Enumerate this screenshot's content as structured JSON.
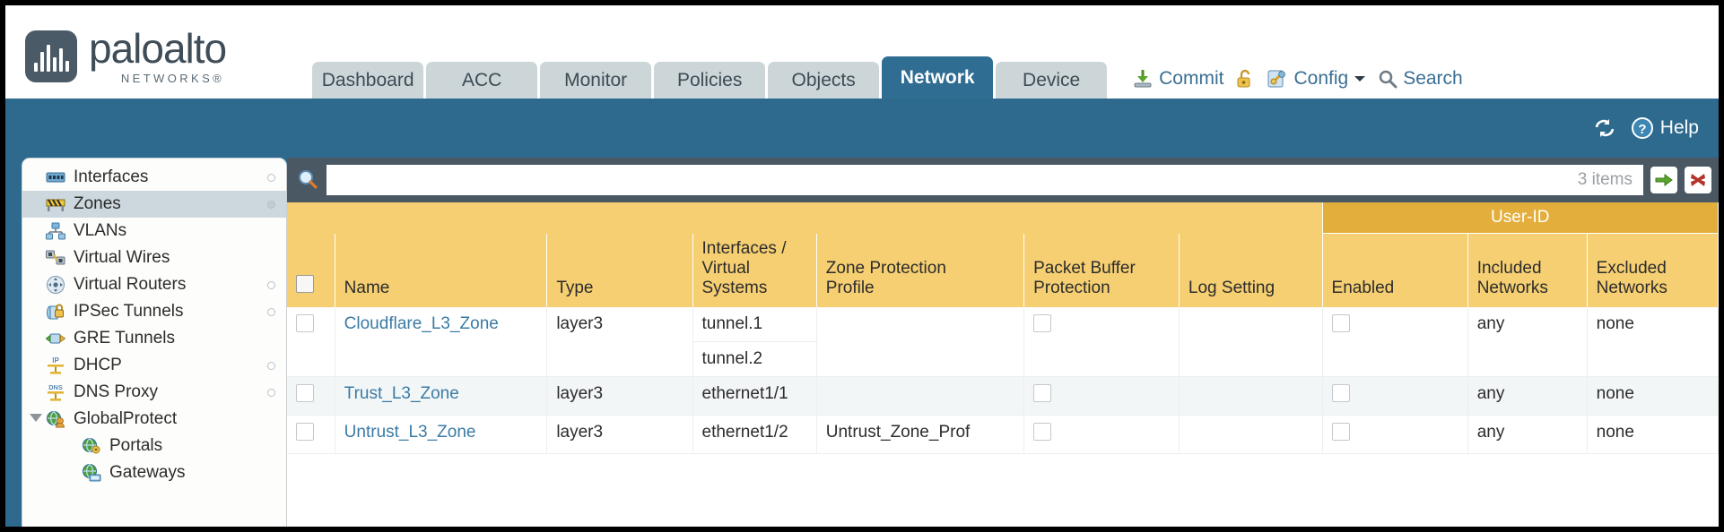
{
  "brand": {
    "name": "paloalto",
    "sub": "NETWORKS®"
  },
  "tabs": [
    {
      "label": "Dashboard",
      "active": false
    },
    {
      "label": "ACC",
      "active": false
    },
    {
      "label": "Monitor",
      "active": false
    },
    {
      "label": "Policies",
      "active": false
    },
    {
      "label": "Objects",
      "active": false
    },
    {
      "label": "Network",
      "active": true
    },
    {
      "label": "Device",
      "active": false
    }
  ],
  "header_tools": {
    "commit": "Commit",
    "config": "Config",
    "search": "Search"
  },
  "band": {
    "help": "Help"
  },
  "sidebar": {
    "items": [
      {
        "label": "Interfaces",
        "icon": "interfaces-icon",
        "selected": false,
        "dot": true,
        "child": false,
        "caret": false
      },
      {
        "label": "Zones",
        "icon": "zones-icon",
        "selected": true,
        "dot": true,
        "child": false,
        "caret": false
      },
      {
        "label": "VLANs",
        "icon": "vlans-icon",
        "selected": false,
        "dot": false,
        "child": false,
        "caret": false
      },
      {
        "label": "Virtual Wires",
        "icon": "virtual-wires-icon",
        "selected": false,
        "dot": false,
        "child": false,
        "caret": false
      },
      {
        "label": "Virtual Routers",
        "icon": "virtual-routers-icon",
        "selected": false,
        "dot": true,
        "child": false,
        "caret": false
      },
      {
        "label": "IPSec Tunnels",
        "icon": "ipsec-tunnels-icon",
        "selected": false,
        "dot": true,
        "child": false,
        "caret": false
      },
      {
        "label": "GRE Tunnels",
        "icon": "gre-tunnels-icon",
        "selected": false,
        "dot": false,
        "child": false,
        "caret": false
      },
      {
        "label": "DHCP",
        "icon": "dhcp-icon",
        "selected": false,
        "dot": true,
        "child": false,
        "caret": false
      },
      {
        "label": "DNS Proxy",
        "icon": "dns-proxy-icon",
        "selected": false,
        "dot": true,
        "child": false,
        "caret": false
      },
      {
        "label": "GlobalProtect",
        "icon": "globalprotect-icon",
        "selected": false,
        "dot": false,
        "child": false,
        "caret": true
      },
      {
        "label": "Portals",
        "icon": "portals-icon",
        "selected": false,
        "dot": false,
        "child": true,
        "caret": false
      },
      {
        "label": "Gateways",
        "icon": "gateways-icon",
        "selected": false,
        "dot": false,
        "child": true,
        "caret": false
      }
    ]
  },
  "filter": {
    "value": "",
    "placeholder": "",
    "item_count": "3 items"
  },
  "table": {
    "group_header": "User-ID",
    "columns": [
      "Name",
      "Type",
      "Interfaces / Virtual Systems",
      "Zone Protection Profile",
      "Packet Buffer Protection",
      "Log Setting",
      "Enabled",
      "Included Networks",
      "Excluded Networks"
    ],
    "columns_split": {
      "interfaces": [
        "Interfaces /",
        "Virtual",
        "Systems"
      ],
      "zone_protection": [
        "Zone Protection",
        "Profile"
      ],
      "packet_buffer": [
        "Packet Buffer",
        "Protection"
      ],
      "included": [
        "Included",
        "Networks"
      ],
      "excluded": [
        "Excluded",
        "Networks"
      ]
    },
    "rows": [
      {
        "name": "Cloudflare_L3_Zone",
        "type": "layer3",
        "interfaces": [
          "tunnel.1",
          "tunnel.2"
        ],
        "zone_protection_profile": "",
        "packet_buffer_protection": false,
        "log_setting": "",
        "userid_enabled": false,
        "included_networks": "any",
        "excluded_networks": "none"
      },
      {
        "name": "Trust_L3_Zone",
        "type": "layer3",
        "interfaces": [
          "ethernet1/1"
        ],
        "zone_protection_profile": "",
        "packet_buffer_protection": false,
        "log_setting": "",
        "userid_enabled": false,
        "included_networks": "any",
        "excluded_networks": "none"
      },
      {
        "name": "Untrust_L3_Zone",
        "type": "layer3",
        "interfaces": [
          "ethernet1/2"
        ],
        "zone_protection_profile": "Untrust_Zone_Prof",
        "packet_buffer_protection": false,
        "log_setting": "",
        "userid_enabled": false,
        "included_networks": "any",
        "excluded_networks": "none"
      }
    ]
  },
  "colors": {
    "brand_blue": "#2d6a8e",
    "header_amber": "#f6cf72",
    "group_amber": "#e3ae3c",
    "link_blue": "#3a7ba5",
    "filterbar": "#4a5864"
  }
}
